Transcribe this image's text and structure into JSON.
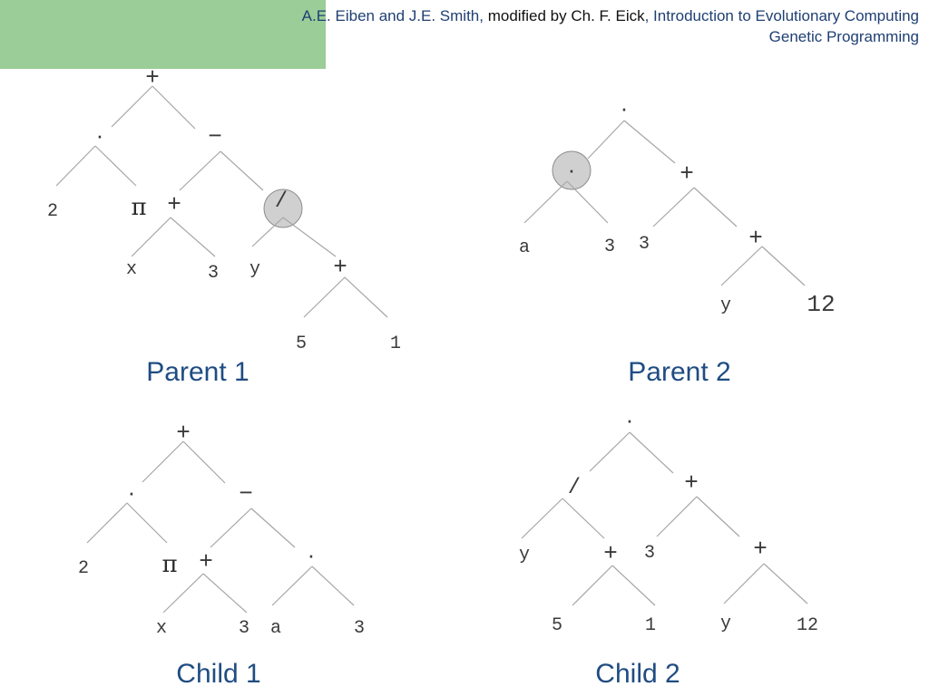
{
  "header": {
    "authors": "A.E. Eiben and J.E. Smith,",
    "modified": " modified by Ch. F. Eick",
    "course": ", Introduction to Evolutionary Computing",
    "subtitle": "Genetic Programming"
  },
  "colors": {
    "header_block": "#9bcd98",
    "caption": "#1f4c82",
    "edge": "#a6a6a6",
    "selected_node": "#d0d0d0"
  },
  "trees": {
    "parent1": {
      "caption": "Parent 1",
      "nodes": [
        "+",
        "·",
        "−",
        "2",
        "π",
        "+",
        "/",
        "x",
        "3",
        "y",
        "+",
        "5",
        "1"
      ],
      "selected": "/"
    },
    "parent2": {
      "caption": "Parent 2",
      "nodes": [
        "·",
        "·",
        "+",
        "a",
        "3",
        "3",
        "+",
        "y",
        "12"
      ],
      "selected": "·"
    },
    "child1": {
      "caption": "Child 1",
      "nodes": [
        "+",
        "·",
        "−",
        "2",
        "π",
        "+",
        "·",
        "x",
        "3",
        "a",
        "3"
      ]
    },
    "child2": {
      "caption": "Child 2",
      "nodes": [
        "·",
        "/",
        "+",
        "y",
        "+",
        "3",
        "+",
        "5",
        "1",
        "y",
        "12"
      ]
    }
  }
}
